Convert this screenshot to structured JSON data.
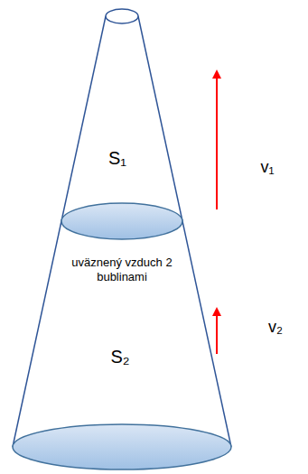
{
  "diagram": {
    "labels": [
      "S₁",
      "uväznený vzduch 2 bublinami",
      "S₂",
      "v₁",
      "v₂"
    ]
  }
}
